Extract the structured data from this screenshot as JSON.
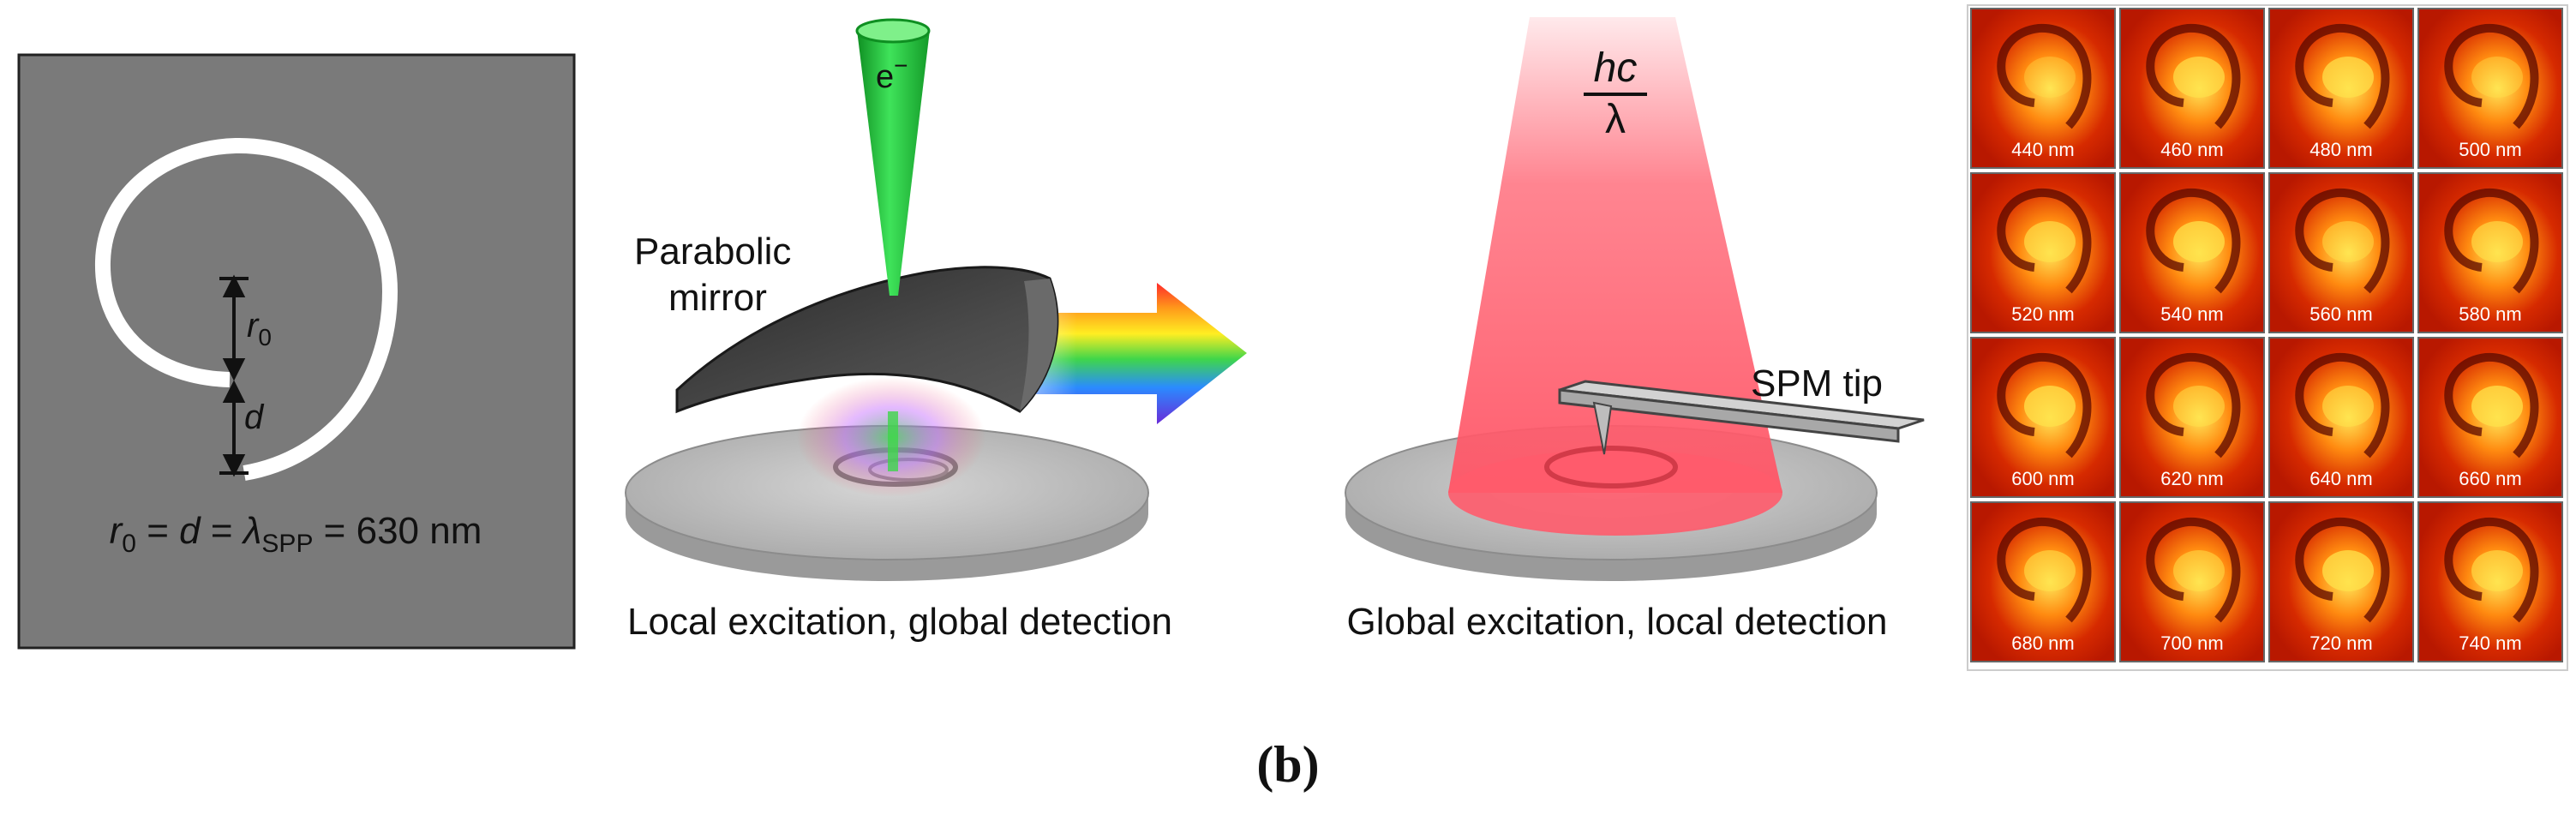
{
  "panel_left": {
    "r0_label": "r",
    "r0_sub": "0",
    "d_label": "d",
    "equation": {
      "r": "r",
      "r_sub": "0",
      "eq1": " = ",
      "d": "d",
      "eq2": " = ",
      "lambda": "λ",
      "lambda_sub": "SPP",
      "value": " = 630 nm"
    }
  },
  "panel_middle": {
    "electron": "e",
    "electron_sup": "−",
    "mirror_line1": "Parabolic",
    "mirror_line2": "mirror",
    "caption": "Local excitation, global detection"
  },
  "panel_right": {
    "numerator": "hc",
    "denominator": "λ",
    "tip_label": "SPM tip",
    "caption": "Global excitation, local detection"
  },
  "maps": {
    "wavelengths": [
      "440 nm",
      "460 nm",
      "480 nm",
      "500 nm",
      "520 nm",
      "540 nm",
      "560 nm",
      "580 nm",
      "600 nm",
      "620 nm",
      "640 nm",
      "660 nm",
      "680 nm",
      "700 nm",
      "720 nm",
      "740 nm"
    ]
  },
  "panel_letter": "(b)",
  "colors": {
    "grey_panel": "#7a7a7a",
    "beam_green": "#22c43a",
    "beam_red": "#ff6a78",
    "mirror": "#3a3a3a",
    "disk": "#c6c6c6",
    "map_bg": "#c81e00",
    "map_hot": "#ffe24a"
  }
}
